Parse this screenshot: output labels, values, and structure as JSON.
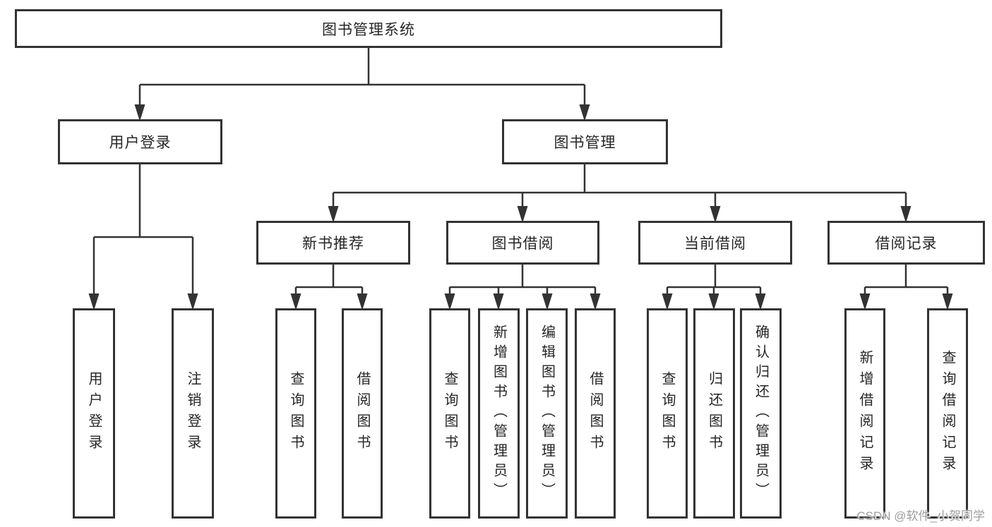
{
  "diagram": {
    "type": "tree-structure-diagram",
    "title": "图书管理系统",
    "hierarchy": {
      "图书管理系统": {
        "用户登录": [
          "用户登录",
          "注销登录"
        ],
        "图书管理": {
          "新书推荐": [
            "查询图书",
            "借阅图书"
          ],
          "图书借阅": [
            "查询图书",
            "新增图书（管理员）",
            "编辑图书（管理员）",
            "借阅图书"
          ],
          "当前借阅": [
            "查询图书",
            "归还图书",
            "确认归还（管理员）"
          ],
          "借阅记录": [
            "新增借阅记录",
            "查询借阅记录"
          ]
        }
      }
    }
  },
  "nodes": {
    "root": {
      "label": "图书管理系统"
    },
    "user_login": {
      "label": "用户登录"
    },
    "book_mgmt": {
      "label": "图书管理"
    },
    "new_book_rec": {
      "label": "新书推荐"
    },
    "book_borrow": {
      "label": "图书借阅"
    },
    "current_borrow": {
      "label": "当前借阅"
    },
    "borrow_records": {
      "label": "借阅记录"
    },
    "user_login_action": {
      "label": "用户登录"
    },
    "logout_action": {
      "label": "注销登录"
    },
    "rec_query_books": {
      "label": "查询图书"
    },
    "rec_borrow_books": {
      "label": "借阅图书"
    },
    "bb_query_books": {
      "label": "查询图书"
    },
    "bb_add_books": {
      "label": "新增图书（管理员）"
    },
    "bb_edit_books": {
      "label": "编辑图书（管理员）"
    },
    "bb_borrow_books": {
      "label": "借阅图书"
    },
    "cb_query_books": {
      "label": "查询图书"
    },
    "cb_return_books": {
      "label": "归还图书"
    },
    "cb_confirm_return": {
      "label": "确认归还（管理员）"
    },
    "br_add_record": {
      "label": "新增借阅记录"
    },
    "br_query_record": {
      "label": "查询借阅记录"
    }
  },
  "watermark": {
    "text": "CSDN @软件_小贺同学"
  },
  "colors": {
    "line": "#333333",
    "box_border": "#333333",
    "text": "#262626",
    "background": "#ffffff",
    "watermark": "#9e9e9e"
  }
}
